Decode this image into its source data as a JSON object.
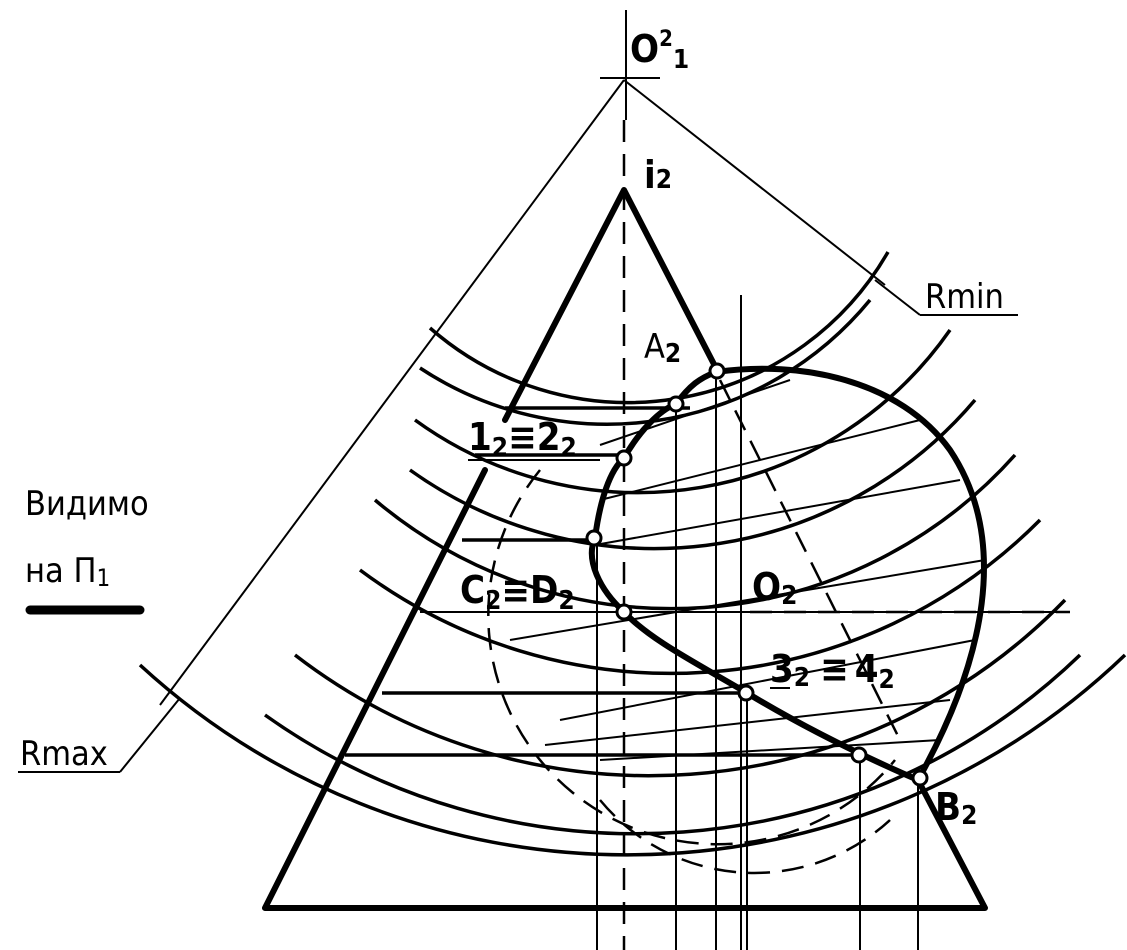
{
  "labels": {
    "apex_center_main": "O",
    "apex_center_sup": "2",
    "apex_center_sub": "1",
    "axis_main": "i",
    "axis_sub": "2",
    "point_a_main": "A",
    "point_a_sub": "2",
    "point_12_left": "1",
    "point_12_left_sub": "2",
    "point_12_equiv": "≡",
    "point_12_right": "2",
    "point_12_right_sub": "2",
    "point_cd_left": "C",
    "point_cd_left_sub": "2",
    "point_cd_equiv": "≡",
    "point_cd_right": "D",
    "point_cd_right_sub": "2",
    "center_o_main": "O",
    "center_o_sub": "2",
    "point_34_left": "3",
    "point_34_left_sub": "2",
    "point_34_equiv": "≡",
    "point_34_right": "4",
    "point_34_right_sub": "2",
    "point_b_main": "B",
    "point_b_sub": "2",
    "rmin": "Rmin",
    "rmax": "Rmax"
  },
  "legend": {
    "line1": "Видимо",
    "line2_main": "на П",
    "line2_sub": "1"
  }
}
